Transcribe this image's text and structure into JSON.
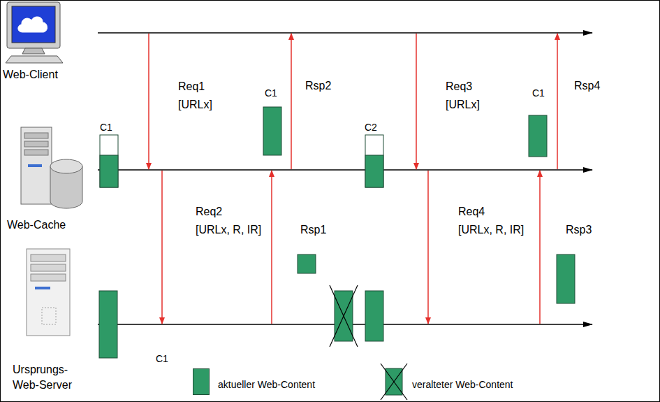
{
  "diagram": {
    "nodes": [
      {
        "text": [
          "Web-Client"
        ]
      },
      {
        "text": [
          "Web-Cache"
        ]
      },
      {
        "text": [
          "Ursprungs-Web-Server"
        ]
      }
    ],
    "labels": [
      "Req1 [URLx]",
      "C1",
      "Rsp2",
      "Req3 [URLx]",
      "C1",
      "Rsp4",
      "C1",
      "C2",
      "Req2 [URLx, R, IR]",
      "Rsp1",
      "Req4 [URLx, R, IR]",
      "Rsp3",
      "C1"
    ],
    "legend": [
      {
        "text": "aktueller Web-Content",
        "color": "#2e9a66"
      },
      {
        "text": "veralteter Web-Content"
      }
    ]
  }
}
